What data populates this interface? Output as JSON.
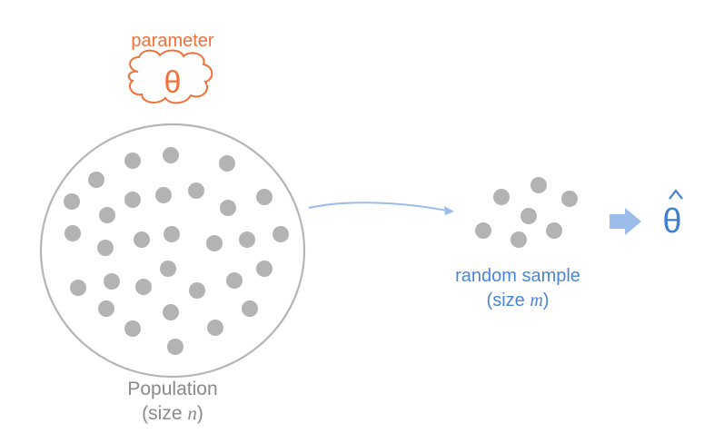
{
  "parameter": {
    "label": "parameter",
    "symbol": "θ"
  },
  "population": {
    "label": "Population",
    "size_prefix": "(size ",
    "size_var": "n",
    "size_suffix": ")"
  },
  "sample": {
    "label": "random sample",
    "size_prefix": "(size ",
    "size_var": "m",
    "size_suffix": ")"
  },
  "estimator": {
    "symbol": "θ"
  },
  "colors": {
    "parameter": "#f0703a",
    "population_outline": "#b5b5b5",
    "dots": "#b3b3b3",
    "arrow": "#9cbdea",
    "sample_text": "#4a86d6",
    "estimator": "#3f7fd6"
  }
}
